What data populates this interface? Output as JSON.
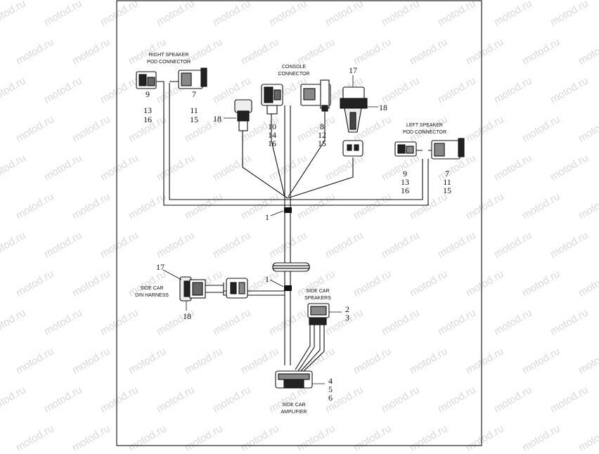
{
  "watermark": "motod.ru",
  "labels": {
    "right_speaker": [
      "RIGHT SPEAKER",
      "POD CONNECTOR"
    ],
    "console": [
      "CONSOLE",
      "CONNECTOR"
    ],
    "left_speaker": [
      "LEFT SPEAKER",
      "POD CONNECTOR"
    ],
    "side_car_din": [
      "SIDE CAR",
      "DIN HARNESS"
    ],
    "side_car_speakers": [
      "SIDE CAR",
      "SPEAKERS"
    ],
    "side_car_amplifier": [
      "SIDE CAR",
      "AMPLIFIER"
    ]
  },
  "callouts": {
    "rs_left": [
      "9",
      "13",
      "16"
    ],
    "rs_right": [
      "7",
      "11",
      "15"
    ],
    "console_left": [
      "10",
      "14",
      "16"
    ],
    "console_right": [
      "8",
      "12",
      "15"
    ],
    "top_17": "17",
    "top_18_right": "18",
    "top_18_left": "18",
    "ls_left": [
      "9",
      "13",
      "16"
    ],
    "ls_right": [
      "7",
      "11",
      "15"
    ],
    "clip_upper": "1",
    "clip_lower": "1",
    "din_17": "17",
    "din_18": "18",
    "spk": [
      "2",
      "3"
    ],
    "amp": [
      "4",
      "5",
      "6"
    ]
  }
}
